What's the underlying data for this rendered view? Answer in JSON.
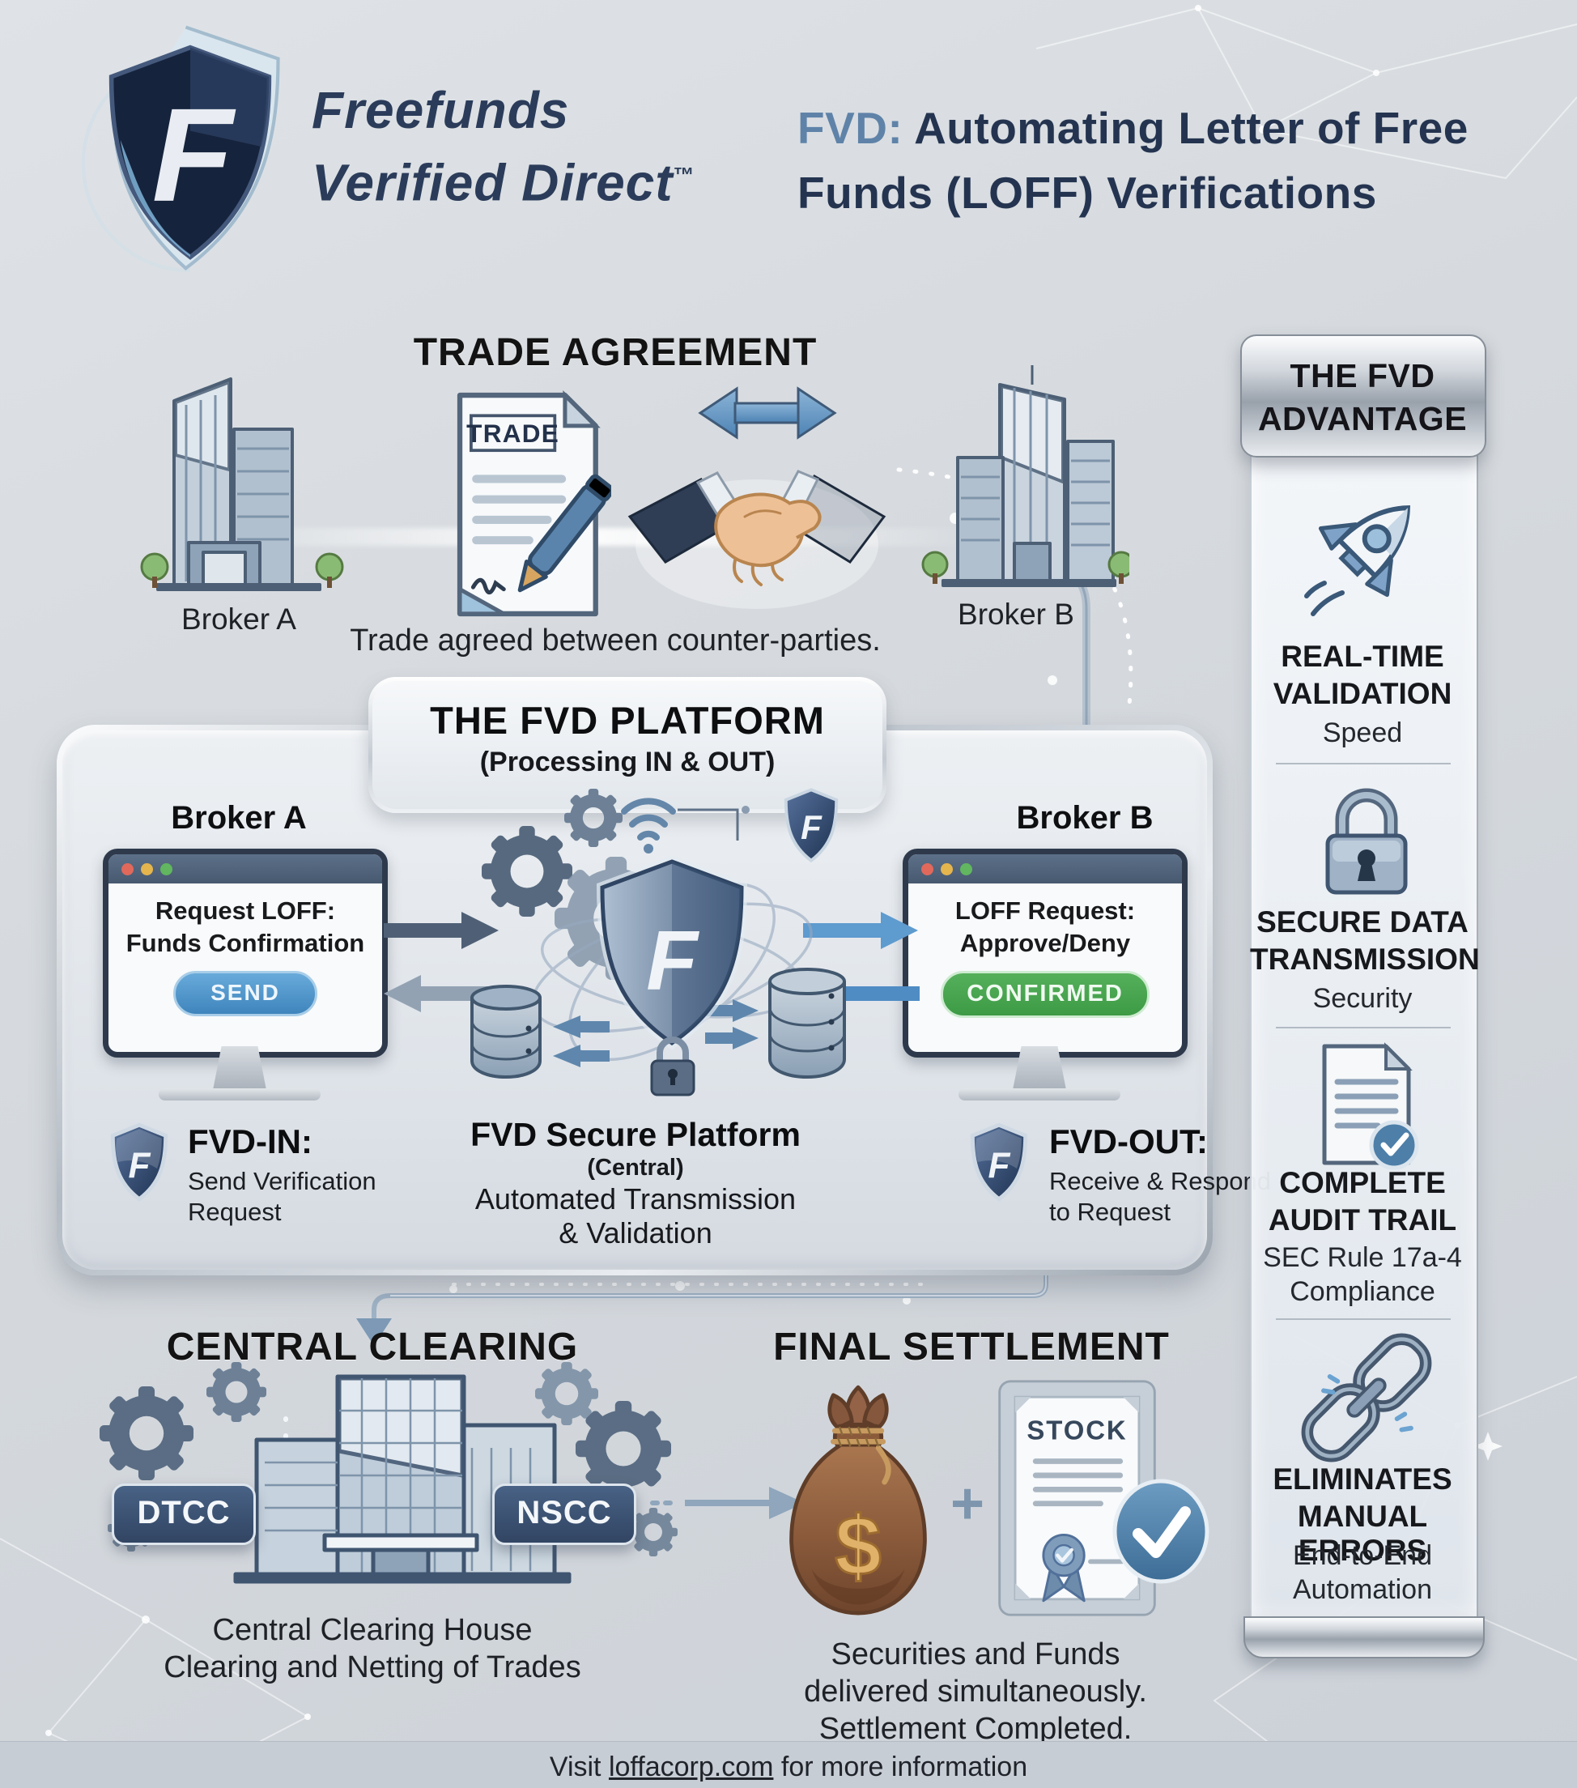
{
  "logo": {
    "letter": "F"
  },
  "header": {
    "brand_line1": "Freefunds",
    "brand_line2": "Verified Direct",
    "trademark": "™",
    "title_accent": "FVD:",
    "title_line1_rest": " Automating Letter of Free",
    "title_line2": "Funds (LOFF) Verifications"
  },
  "trade_agreement": {
    "heading": "TRADE AGREEMENT",
    "broker_a_label": "Broker A",
    "broker_b_label": "Broker B",
    "document_label": "TRADE",
    "caption": "Trade agreed between counter-parties."
  },
  "fvd_platform": {
    "heading": "THE FVD PLATFORM",
    "subheading": "(Processing IN & OUT)",
    "broker_a_label": "Broker A",
    "broker_b_label": "Broker B",
    "monitor_a": {
      "line1": "Request LOFF:",
      "line2": "Funds Confirmation",
      "button_label": "SEND"
    },
    "monitor_b": {
      "line1": "LOFF Request:",
      "line2": "Approve/Deny",
      "button_label": "CONFIRMED"
    },
    "fvd_in": {
      "title": "FVD-IN:",
      "line1": "Send Verification",
      "line2": "Request"
    },
    "fvd_out": {
      "title": "FVD-OUT:",
      "line1": "Receive & Respond",
      "line2": "to Request"
    },
    "secure_platform": {
      "title": "FVD Secure Platform",
      "subtitle": "(Central)",
      "line1": "Automated Transmission",
      "line2": "& Validation"
    }
  },
  "central_clearing": {
    "heading": "CENTRAL CLEARING",
    "badge_dtcc": "DTCC",
    "badge_nscc": "NSCC",
    "caption_line1": "Central Clearing House",
    "caption_line2": "Clearing and Netting of Trades"
  },
  "final_settlement": {
    "heading": "FINAL SETTLEMENT",
    "plus_sign": "+",
    "money_symbol": "$",
    "certificate_label": "STOCK",
    "caption_line1": "Securities and Funds",
    "caption_line2": "delivered simultaneously.",
    "caption_line3": "Settlement Completed."
  },
  "fvd_advantage": {
    "heading_line1": "THE FVD",
    "heading_line2": "ADVANTAGE",
    "items": [
      {
        "title_line1": "REAL-TIME",
        "title_line2": "VALIDATION",
        "subtitle_line1": "Speed",
        "subtitle_line2": ""
      },
      {
        "title_line1": "SECURE DATA",
        "title_line2": "TRANSMISSION",
        "subtitle_line1": "Security",
        "subtitle_line2": ""
      },
      {
        "title_line1": "COMPLETE",
        "title_line2": "AUDIT TRAIL",
        "subtitle_line1": "SEC Rule 17a-4",
        "subtitle_line2": "Compliance"
      },
      {
        "title_line1": "ELIMINATES",
        "title_line2": "MANUAL ERRORS",
        "subtitle_line1": "End-to-End",
        "subtitle_line2": "Automation"
      }
    ]
  },
  "footer": {
    "prefix": "Visit ",
    "link_text": "loffacorp.com",
    "suffix": " for more information"
  },
  "colors": {
    "background": "#d5dade",
    "brand_navy": "#2b3c5a",
    "accent_steel_blue": "#5f83a8",
    "heading_black": "#121212",
    "send_button_blue": "#4a90c8",
    "confirmed_green": "#45a24c",
    "badge_navy": "#3c5677",
    "arrow_blue": "#6ba3d1",
    "icon_slate": "#5d7490"
  }
}
